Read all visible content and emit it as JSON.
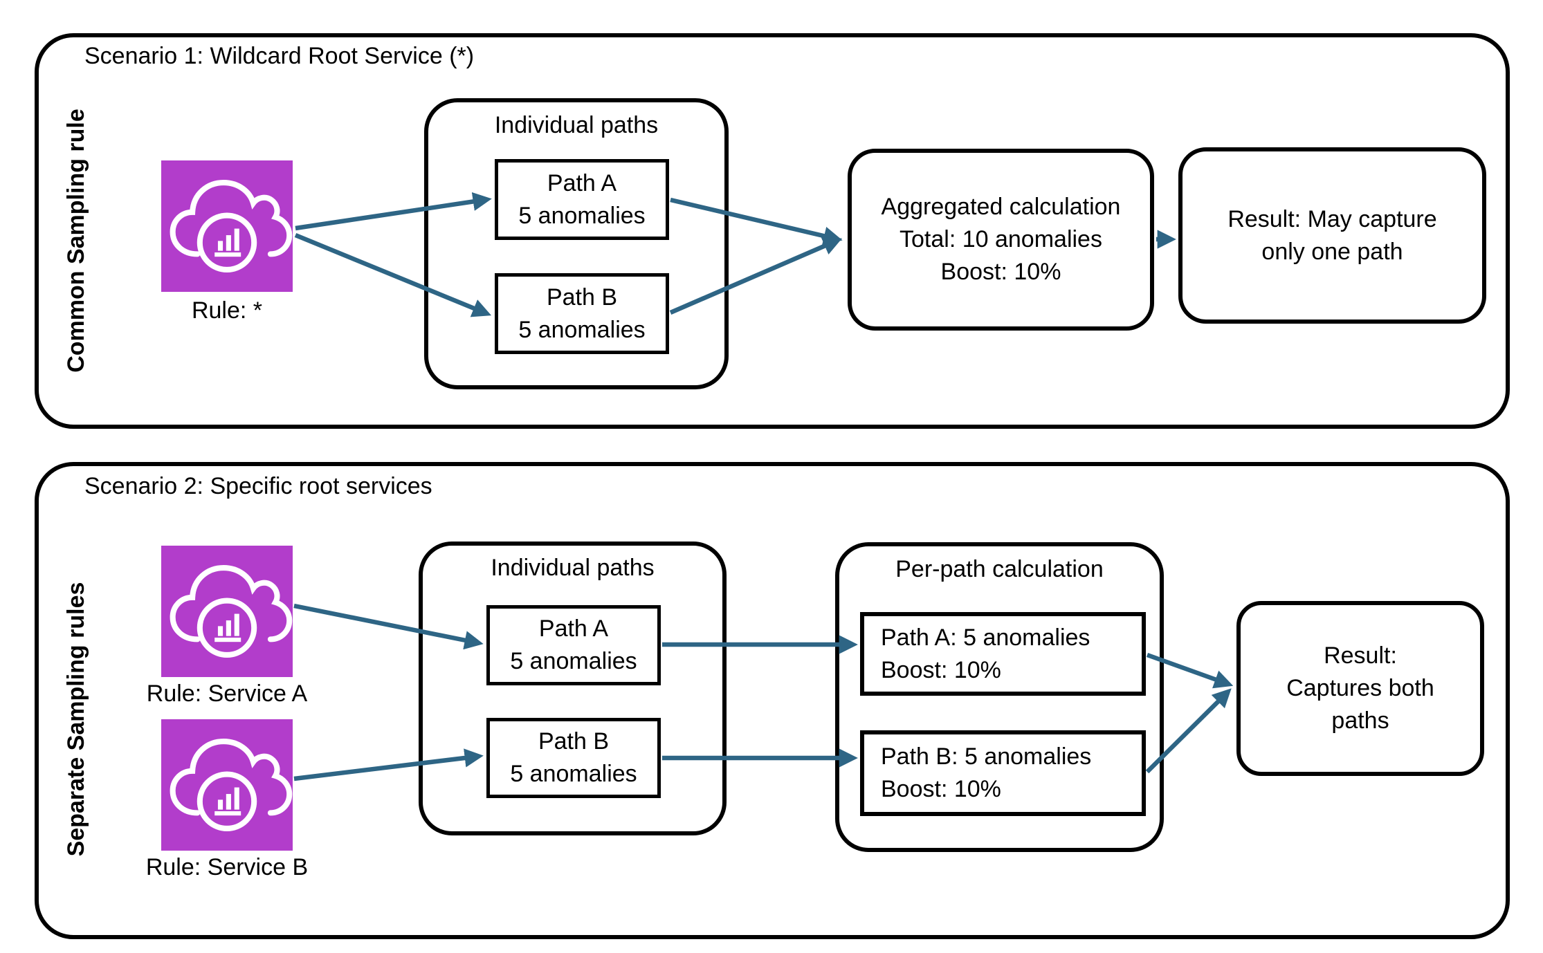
{
  "colors": {
    "background": "#FFFFFF",
    "outline_black": "#000000",
    "rule_icon_purple": "#B23DCB",
    "arrow_blue": "#2E6585"
  },
  "scenario1": {
    "title": "Scenario 1: Wildcard Root Service (*)",
    "side_label": "Common Sampling rule",
    "rule": {
      "label": "Rule: *",
      "icon": "cloud-metrics-icon"
    },
    "paths_group": {
      "title": "Individual paths",
      "paths": [
        {
          "text": "Path A\n5 anomalies"
        },
        {
          "text": "Path B\n5 anomalies"
        }
      ]
    },
    "aggregated": {
      "text": "Aggregated calculation\nTotal: 10 anomalies\nBoost: 10%"
    },
    "result": {
      "text": "Result: May capture\nonly one path"
    }
  },
  "scenario2": {
    "title": "Scenario 2: Specific root services",
    "side_label": "Separate Sampling rules",
    "rules": [
      {
        "label": "Rule: Service A",
        "icon": "cloud-metrics-icon"
      },
      {
        "label": "Rule: Service B",
        "icon": "cloud-metrics-icon"
      }
    ],
    "paths_group": {
      "title": "Individual paths",
      "paths": [
        {
          "text": "Path A\n5 anomalies"
        },
        {
          "text": "Path B\n5 anomalies"
        }
      ]
    },
    "per_path_group": {
      "title": "Per-path calculation",
      "calcs": [
        {
          "text": "Path A: 5 anomalies\nBoost: 10%"
        },
        {
          "text": "Path B: 5 anomalies\nBoost: 10%"
        }
      ]
    },
    "result": {
      "text": "Result:\nCaptures both\npaths"
    }
  }
}
